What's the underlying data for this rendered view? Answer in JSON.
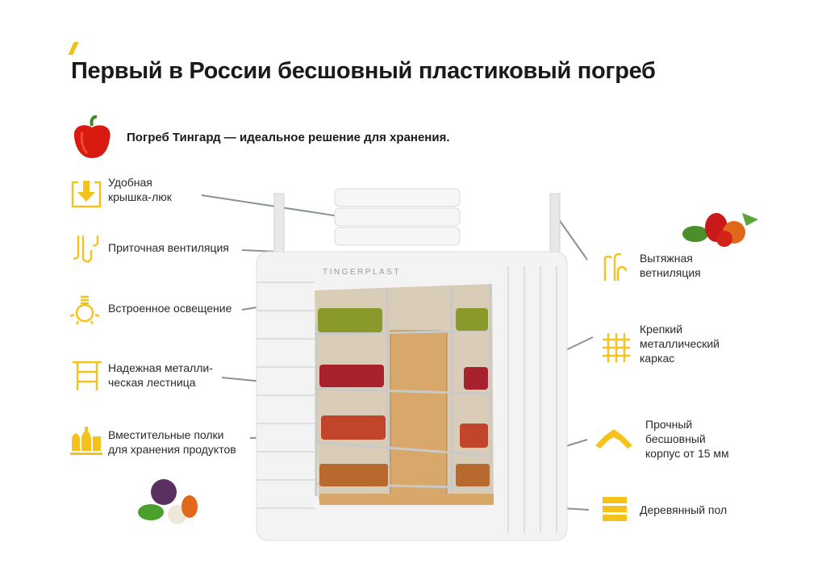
{
  "header": {
    "title": "Первый в России бесшовный пластиковый погреб",
    "subtitle": "Погреб Тингард — идеальное решение для хранения."
  },
  "product": {
    "logo_text": "TINGERPLAST"
  },
  "features_left": [
    {
      "label": "Удобная\nкрышка-люк",
      "icon": "hatch-down-arrow-icon"
    },
    {
      "label": "Приточная вентиляция",
      "icon": "supply-ventilation-icon"
    },
    {
      "label": "Встроенное освещение",
      "icon": "light-bulb-icon"
    },
    {
      "label": "Надежная металли-\nческая лестница",
      "icon": "ladder-icon"
    },
    {
      "label": "Вместительные полки\nдля хранения продуктов",
      "icon": "bottles-shelf-icon"
    }
  ],
  "features_right": [
    {
      "label": "Вытяжная\nветниляция",
      "icon": "exhaust-ventilation-icon"
    },
    {
      "label": "Крепкий\nметаллический\nкаркас",
      "icon": "metal-grid-icon"
    },
    {
      "label": "Прочный\nбесшовный\nкорпус от 15 мм",
      "icon": "seamless-body-icon"
    },
    {
      "label": "Деревянный пол",
      "icon": "wooden-floor-icon"
    }
  ],
  "colors": {
    "accent": "#f5c21b",
    "text": "#222222",
    "leader": "#8a9296"
  }
}
